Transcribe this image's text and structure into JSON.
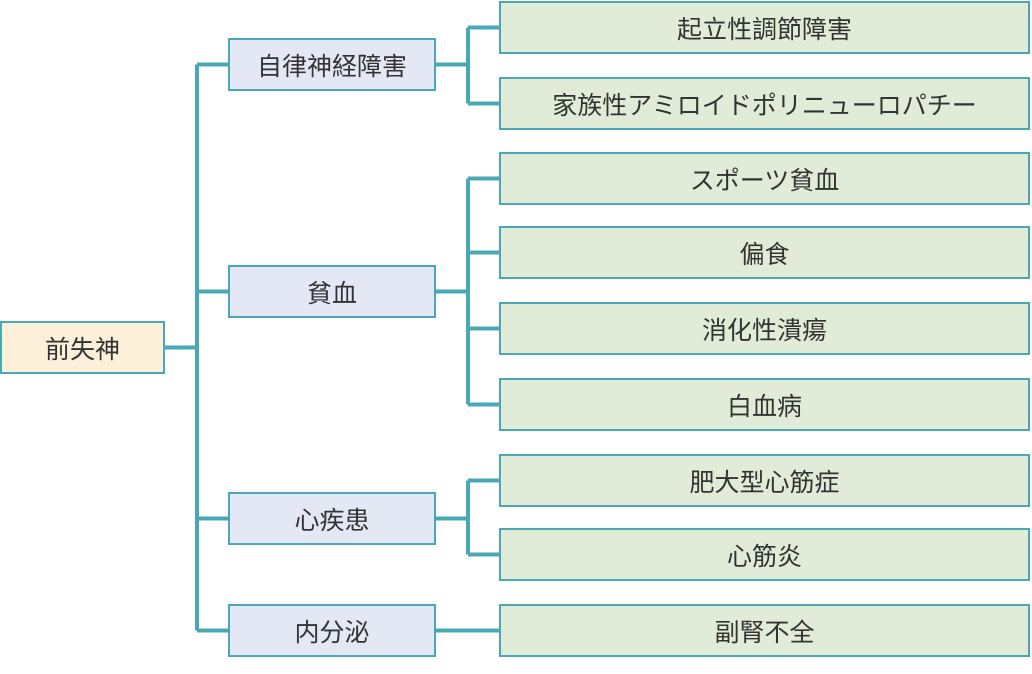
{
  "diagram": {
    "type": "tree",
    "root": "前失神",
    "branches": [
      {
        "label": "自律神経障害",
        "children": [
          "起立性調節障害",
          "家族性アミロイドポリニューロパチー"
        ]
      },
      {
        "label": "貧血",
        "children": [
          "スポーツ貧血",
          "偏食",
          "消化性潰瘍",
          "白血病"
        ]
      },
      {
        "label": "心疾患",
        "children": [
          "肥大型心筋症",
          "心筋炎"
        ]
      },
      {
        "label": "内分泌",
        "children": [
          "副腎不全"
        ]
      }
    ],
    "colors": {
      "line": "#4aa8b4",
      "root_fill": "#fdf0da",
      "branch_fill": "#e4e8f5",
      "leaf_fill": "#e1ecd8",
      "text": "#333333"
    }
  }
}
